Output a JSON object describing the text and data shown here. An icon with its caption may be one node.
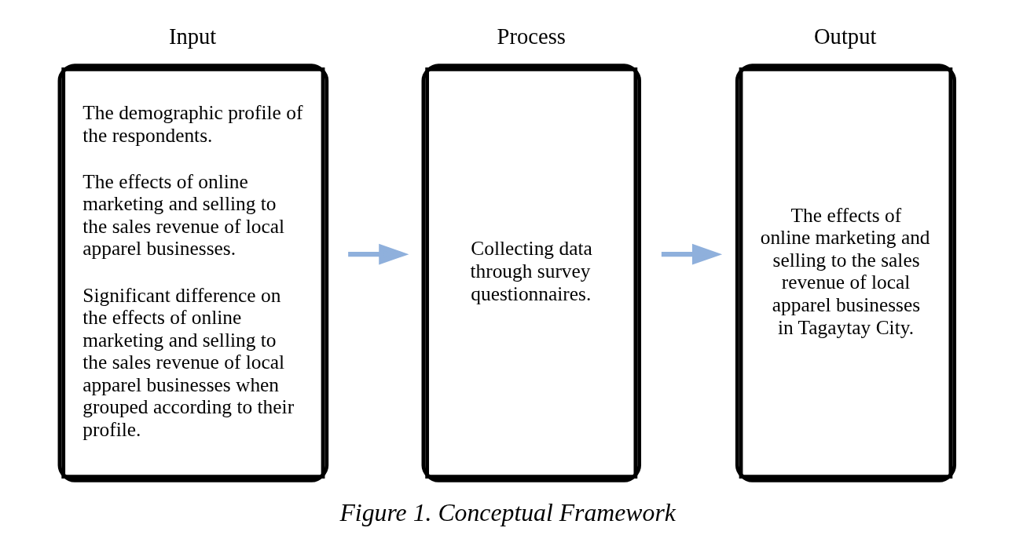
{
  "diagram": {
    "caption": "Figure 1. Conceptual Framework",
    "nodes": [
      {
        "text": [
          "Input",
          "The demographic profile of the respondents.",
          "The effects of online marketing and selling to the sales revenue of local apparel businesses.",
          "Significant difference on the effects of online marketing and selling to the sales revenue of local apparel businesses when grouped according to their profile."
        ]
      },
      {
        "text": [
          "Process",
          "Collecting data through survey questionnaires."
        ]
      },
      {
        "text": [
          "Output",
          "The effects of online marketing and selling to the sales revenue of local apparel businesses in Tagaytay City."
        ]
      }
    ],
    "edges": [
      {
        "from": 0,
        "to": 1,
        "arrow": "to"
      },
      {
        "from": 1,
        "to": 2,
        "arrow": "to"
      }
    ]
  }
}
